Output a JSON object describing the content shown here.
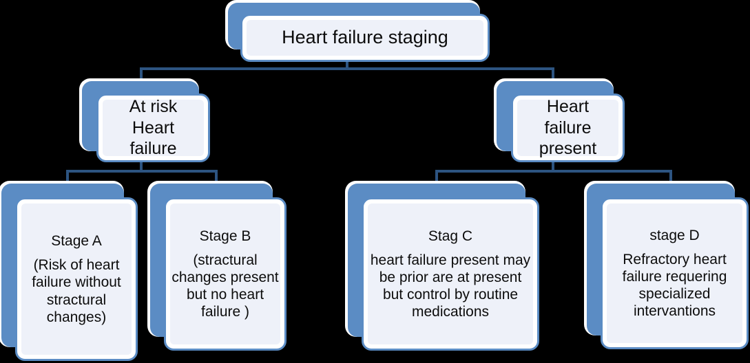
{
  "diagram": {
    "title": "Heart failure staging",
    "background_color": "#000000",
    "box_fill_color": "#5b8cc4",
    "box_inner_color": "#eef1f9",
    "connector_color": "#2d5481",
    "text_color": "#0c0c0c",
    "root": {
      "label": "Heart failure staging"
    },
    "level2": [
      {
        "id": "at-risk",
        "label": "At risk\nHeart\nfailure"
      },
      {
        "id": "hf-present",
        "label": "Heart\nfailure\npresent"
      }
    ],
    "level3": [
      {
        "id": "stage-a",
        "heading": "Stage A",
        "body": "(Risk of heart failure without stractural changes)"
      },
      {
        "id": "stage-b",
        "heading": "Stage B",
        "body": "(stractural changes present but no heart failure )"
      },
      {
        "id": "stage-c",
        "heading": "Stag C",
        "body": "heart failure present may be prior are at present  but control by routine medications"
      },
      {
        "id": "stage-d",
        "heading": "stage D",
        "body": "Refractory heart failure requering specialized intervantions"
      }
    ]
  }
}
